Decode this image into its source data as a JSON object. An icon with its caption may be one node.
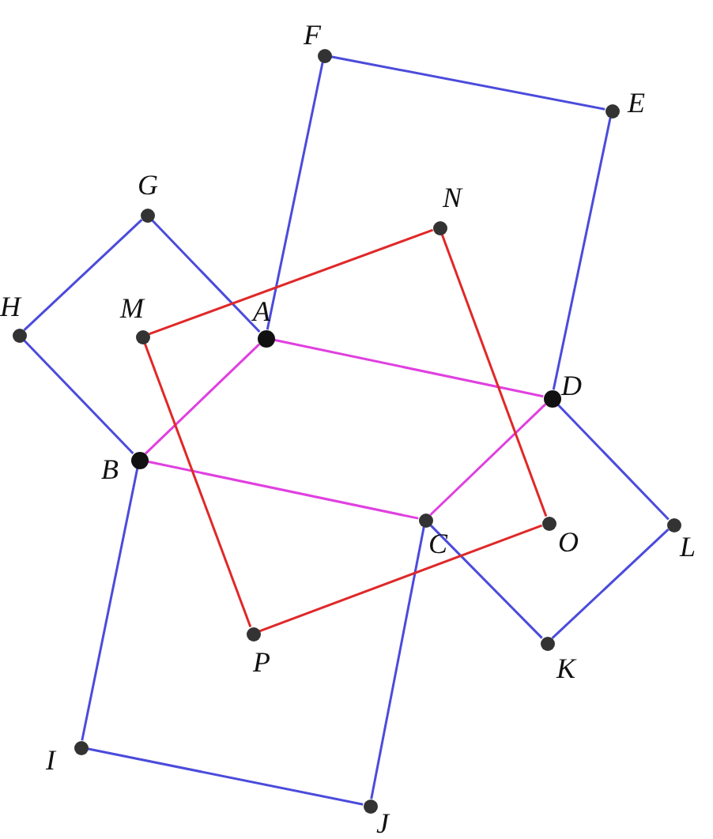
{
  "diagram": {
    "nodes": [
      {
        "text": [
          "F"
        ]
      },
      {
        "text": [
          "E"
        ]
      },
      {
        "text": [
          "G"
        ]
      },
      {
        "text": [
          "N"
        ]
      },
      {
        "text": [
          "H"
        ]
      },
      {
        "text": [
          "M"
        ]
      },
      {
        "text": [
          "A"
        ]
      },
      {
        "text": [
          "D"
        ]
      },
      {
        "text": [
          "B"
        ]
      },
      {
        "text": [
          "C"
        ]
      },
      {
        "text": [
          "O"
        ]
      },
      {
        "text": [
          "L"
        ]
      },
      {
        "text": [
          "P"
        ]
      },
      {
        "text": [
          "K"
        ]
      },
      {
        "text": [
          "I"
        ]
      },
      {
        "text": [
          "J"
        ]
      }
    ],
    "edges": [
      {
        "from": 6,
        "to": 0,
        "arrow": "none"
      },
      {
        "from": 0,
        "to": 1,
        "arrow": "none"
      },
      {
        "from": 1,
        "to": 7,
        "arrow": "none"
      },
      {
        "from": 6,
        "to": 2,
        "arrow": "none"
      },
      {
        "from": 2,
        "to": 4,
        "arrow": "none"
      },
      {
        "from": 4,
        "to": 8,
        "arrow": "none"
      },
      {
        "from": 8,
        "to": 14,
        "arrow": "none"
      },
      {
        "from": 14,
        "to": 15,
        "arrow": "none"
      },
      {
        "from": 15,
        "to": 9,
        "arrow": "none"
      },
      {
        "from": 9,
        "to": 13,
        "arrow": "none"
      },
      {
        "from": 13,
        "to": 11,
        "arrow": "none"
      },
      {
        "from": 11,
        "to": 7,
        "arrow": "none"
      },
      {
        "from": 6,
        "to": 8,
        "arrow": "none",
        "color": "#e040e0"
      },
      {
        "from": 8,
        "to": 9,
        "arrow": "none",
        "color": "#e040e0"
      },
      {
        "from": 9,
        "to": 7,
        "arrow": "none",
        "color": "#e040e0"
      },
      {
        "from": 7,
        "to": 6,
        "arrow": "none",
        "color": "#e040e0"
      },
      {
        "from": 5,
        "to": 3,
        "arrow": "none",
        "color": "#e02828"
      },
      {
        "from": 3,
        "to": 10,
        "arrow": "none",
        "color": "#e02828"
      },
      {
        "from": 10,
        "to": 12,
        "arrow": "none",
        "color": "#e02828"
      },
      {
        "from": 12,
        "to": 5,
        "arrow": "none",
        "color": "#e02828"
      }
    ]
  }
}
